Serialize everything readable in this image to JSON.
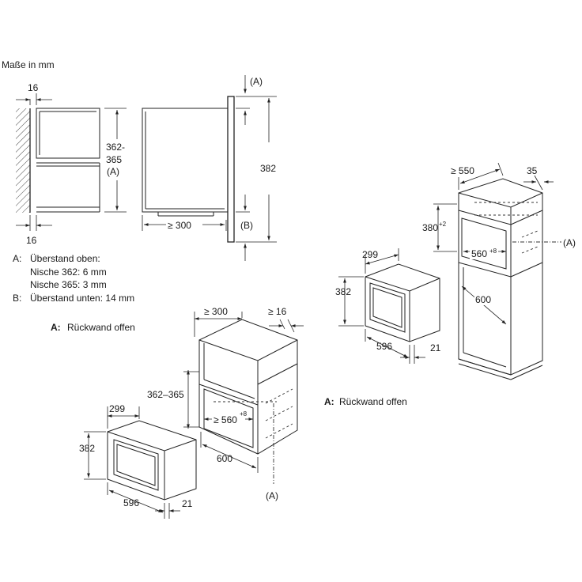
{
  "units_note": "Maße in mm",
  "side_view": {
    "dim_top_gap": "16",
    "dim_bottom_gap": "16",
    "dim_niche_line1": "362-",
    "dim_niche_line2": "365",
    "dim_niche_ref": "(A)",
    "dim_depth": "≥ 300",
    "dim_front_height": "382",
    "ref_a": "(A)",
    "ref_b": "(B)"
  },
  "legend": {
    "a_label": "A:",
    "a_text": "Überstand oben:",
    "a_line2": "Nische 362: 6 mm",
    "a_line3": "Nische 365: 3 mm",
    "b_label": "B:",
    "b_text": "Überstand unten: 14 mm"
  },
  "left_install": {
    "note_label": "A:",
    "note_text": "Rückwand offen",
    "dim_depth": "≥ 300",
    "dim_side": "≥ 16",
    "dim_niche_height": "362–365",
    "dim_opening": "≥ 560",
    "dim_opening_sup": "+8",
    "dim_cabinet_depth": "600",
    "ref_a": "(A)",
    "appliance": {
      "dim_depth": "299",
      "dim_height": "382",
      "dim_width": "596",
      "dim_front": "21"
    }
  },
  "right_install": {
    "note_label": "A:",
    "note_text": "Rückwand offen",
    "dim_depth": "≥ 550",
    "dim_side": "35",
    "dim_niche_height": "380",
    "dim_niche_height_sup": "+2",
    "dim_opening": "560",
    "dim_opening_sup": "+8",
    "dim_cabinet_depth": "600",
    "ref_a": "(A)",
    "appliance": {
      "dim_depth": "299",
      "dim_height": "382",
      "dim_width": "596",
      "dim_front": "21"
    }
  }
}
